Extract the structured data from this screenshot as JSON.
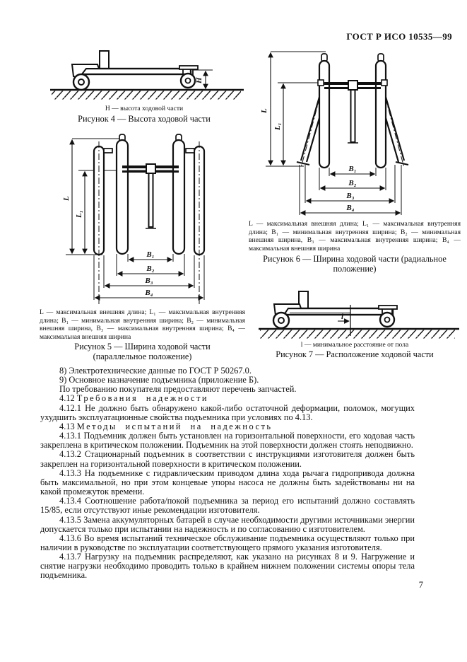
{
  "page": {
    "header": "ГОСТ Р ИСО 10535—99",
    "number": "7"
  },
  "figures": {
    "fig4": {
      "legend": "H — высота ходовой части",
      "caption": "Рисунок 4 — Высота ходовой части",
      "dim": "H"
    },
    "fig5": {
      "legend": "L — максимальная внешняя длина; L₁ — максимальная внутренняя длина; B₁ — минимальная внутренняя ширина; B₂ — минимальная внешняя ширина, B₃ — максимальная внутренняя ширина; B₄ — максимальная внешняя ширина",
      "caption": "Рисунок 5 — Ширина ходовой части (параллельное положение)",
      "dims": {
        "L": "L",
        "L1": "L₁",
        "B1": "B₁",
        "B2": "B₂",
        "B3": "B₃",
        "B4": "B₄"
      }
    },
    "fig6": {
      "legend": "L — максимальная внешняя длина; L₁ — максимальная внутренняя длина; B₁ — минимальная внутренняя ширина; B₂ — минимальная внешняя ширина, B₃ — максимальная внутренняя ширина; B₄ — максимальная внешняя ширина",
      "caption": "Рисунок 6 — Ширина ходовой части (радиальное положение)",
      "dims": {
        "L": "L",
        "L1": "L₁",
        "B1": "B₁",
        "B2": "B₂",
        "B3": "B₃",
        "B4": "B₄"
      }
    },
    "fig7": {
      "legend": "l — минимальное расстояние от пола",
      "caption": "Рисунок 7 — Расположение ходовой части",
      "dim": "l"
    }
  },
  "body": {
    "paragraphs": [
      {
        "text": "8) Электротехнические данные по ГОСТ Р 50267.0."
      },
      {
        "text": "9) Основное назначение подъемника (приложение Б)."
      },
      {
        "text": "По требованию покупателя предоставляют перечень запчастей."
      },
      {
        "number": "4.12",
        "title": "Требования надежности"
      },
      {
        "text": "4.12.1 Не должно быть обнаружено какой-либо остаточной деформации, поломок, могущих ухудшить эксплуатационные свойства подъемника при условиях по 4.13."
      },
      {
        "number": "4.13",
        "title": "Методы испытаний на надежность"
      },
      {
        "text": "4.13.1 Подъемник должен быть установлен на горизонтальной поверхности, его ходовая часть закреплена в критическом положении. Подъемник на этой поверхности должен стоять неподвижно."
      },
      {
        "text": "4.13.2 Стационарный подъемник в соответствии с инструкциями изготовителя должен быть закреплен на горизонтальной поверхности в критическом положении."
      },
      {
        "text": "4.13.3 На подъемнике с гидравлическим приводом длина хода рычага гидропривода должна быть максимальной, но при этом концевые упоры насоса не должны быть задействованы ни на какой промежуток времени."
      },
      {
        "text": "4.13.4 Соотношение работа/покой подъемника за период его испытаний должно составлять 15/85, если отсутствуют иные рекомендации изготовителя."
      },
      {
        "text": "4.13.5 Замена аккумуляторных батарей в случае необходимости другими источниками энергии допускается только при испытании на надежность и по согласованию с изготовителем."
      },
      {
        "text": "4.13.6 Во время испытаний техническое обслуживание подъемника осуществляют только при наличии в руководстве по эксплуатации соответствующего прямого указания изготовителя."
      },
      {
        "text": "4.13.7 Нагрузку на подъемник распределяют, как указано на рисунках 8 и 9. Нагружение и снятие нагрузки необходимо проводить только в крайнем нижнем положении системы опоры тела подъемника."
      }
    ]
  }
}
